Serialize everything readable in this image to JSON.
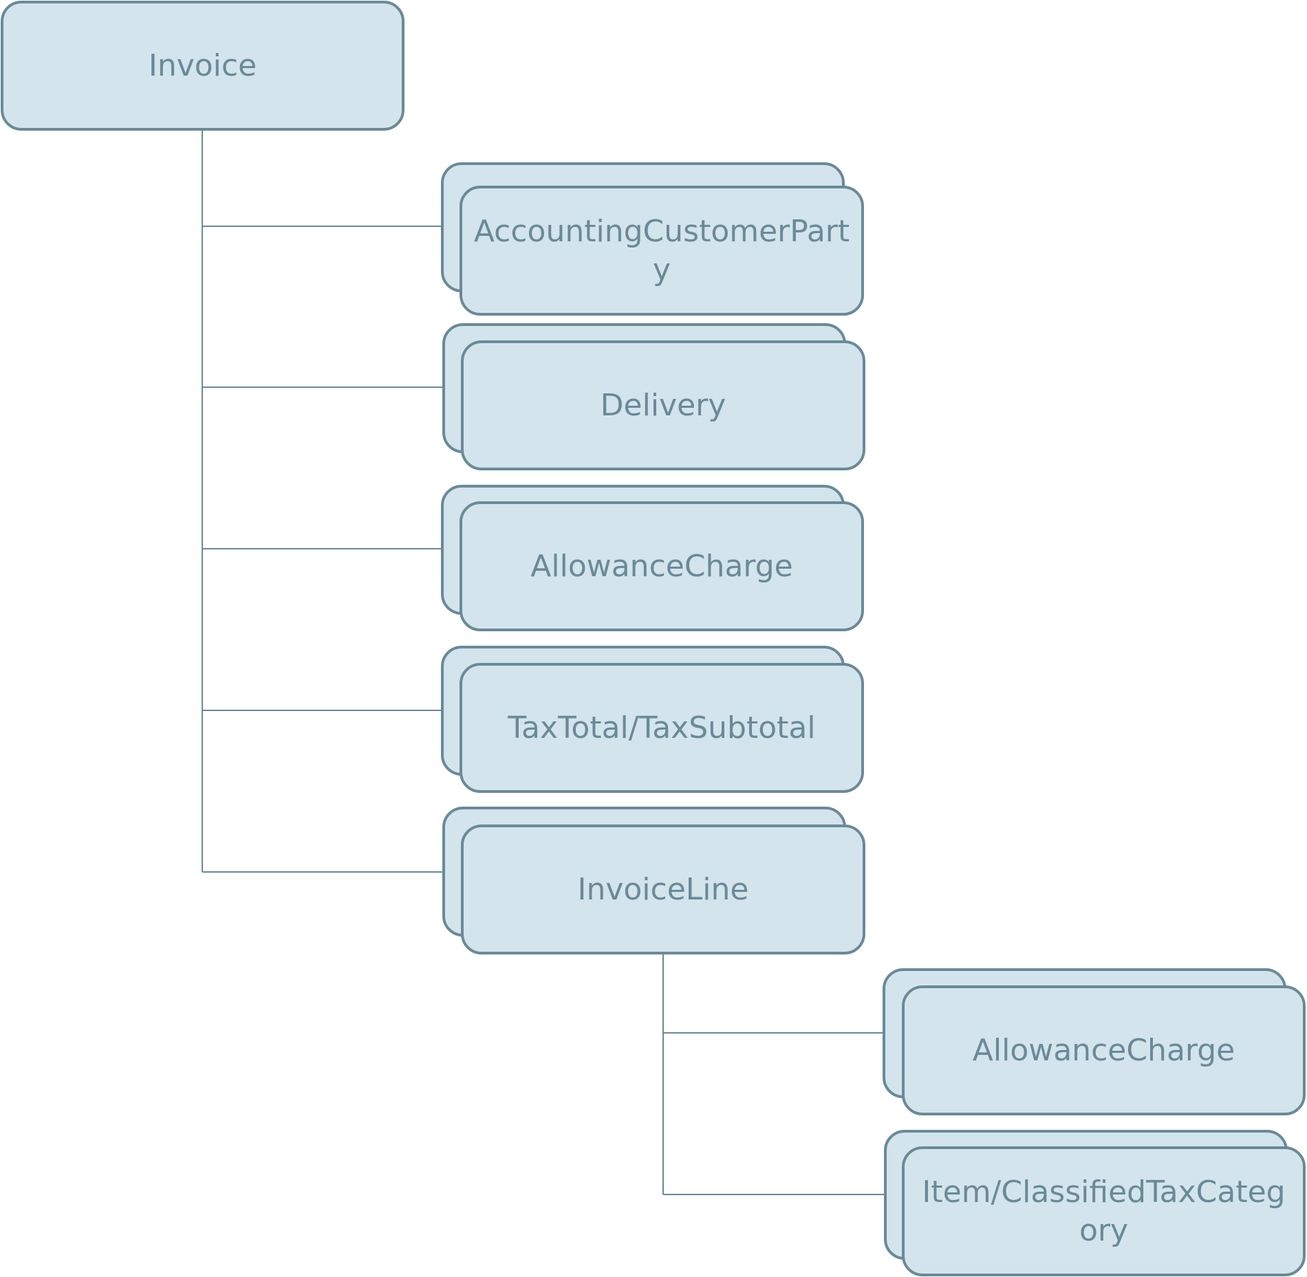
{
  "diagram": {
    "root": {
      "label": "Invoice"
    },
    "children": [
      {
        "label": "AccountingCustomerParty"
      },
      {
        "label": "Delivery"
      },
      {
        "label": "AllowanceCharge"
      },
      {
        "label": "TaxTotal/TaxSubtotal"
      },
      {
        "label": "InvoiceLine"
      }
    ],
    "line_children": [
      {
        "label": "AllowanceCharge"
      },
      {
        "label": "Item/ClassifiedTaxCategory"
      }
    ]
  },
  "colors": {
    "node_fill": "#d3e4ed",
    "node_stroke": "#6a8a97",
    "text": "#6a8a97",
    "connector": "#6a8a97",
    "background": "#ffffff"
  }
}
